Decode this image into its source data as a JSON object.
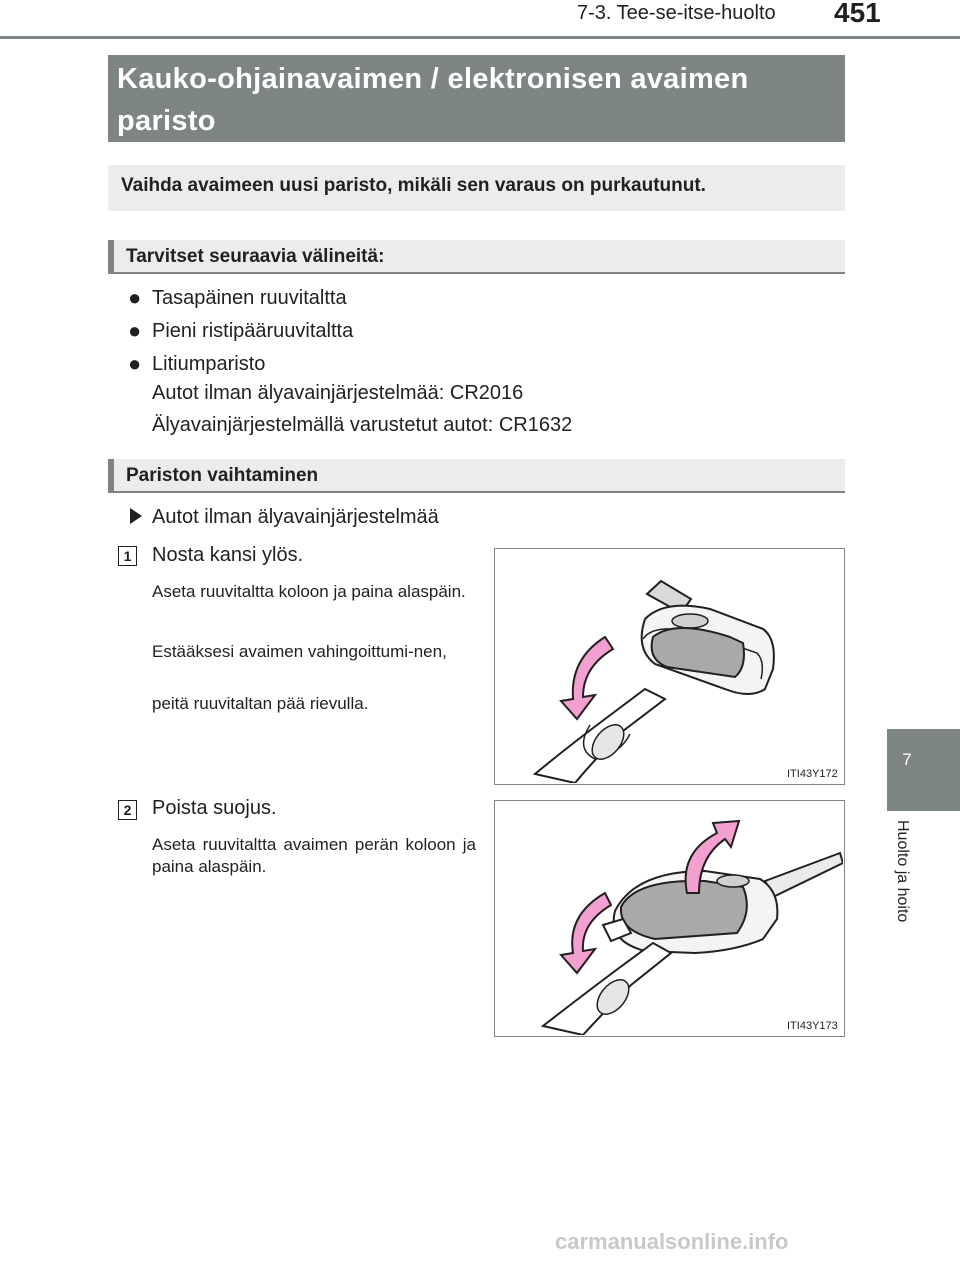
{
  "header": {
    "section": "7-3. Tee-se-itse-huolto",
    "page_number": "451"
  },
  "title": "Kauko-ohjainavaimen / elektronisen avaimen paristo",
  "intro": "Vaihda avaimeen uusi paristo, mikäli sen varaus on purkautunut.",
  "tools": {
    "heading": "Tarvitset seuraavia välineitä:",
    "items": [
      "Tasapäinen ruuvitaltta",
      "Pieni ristipääruuvitaltta",
      "Litiumparisto"
    ],
    "battery_lines": [
      "Autot ilman älyavainjärjestelmää: CR2016",
      "Älyavainjärjestelmällä varustetut autot: CR1632"
    ]
  },
  "replace": {
    "heading": "Pariston vaihtaminen",
    "subheading": "Autot ilman älyavainjärjestelmää",
    "steps": [
      {
        "number": "1",
        "title": "Nosta kansi ylös.",
        "notes": [
          "Aseta ruuvitaltta koloon ja paina alaspäin.",
          "Estääksesi avaimen vahingoittumi-nen,",
          "peitä ruuvitaltan pää rievulla."
        ],
        "figure_code": "ITI43Y172"
      },
      {
        "number": "2",
        "title": "Poista suojus.",
        "notes": [
          "Aseta ruuvitaltta avaimen perän koloon ja paina alaspäin."
        ],
        "figure_code": "ITI43Y173"
      }
    ]
  },
  "side_tab": {
    "chapter": "7",
    "label": "Huolto ja hoito"
  },
  "footer": "carmanualsonline.info",
  "colors": {
    "accent_gray": "#7d8682",
    "banner_gray": "#ebeceb",
    "arrow_pink": "#f2a0cf"
  }
}
